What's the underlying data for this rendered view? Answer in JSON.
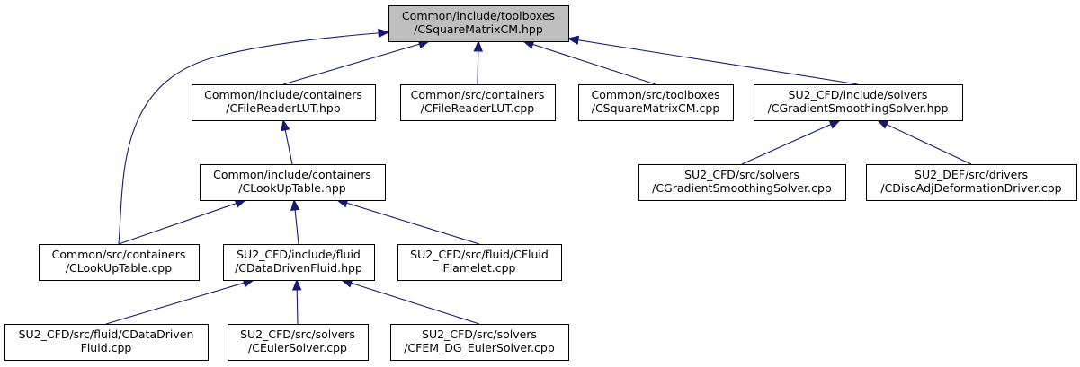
{
  "graph": {
    "colors": {
      "edge": "#191970",
      "root_fill": "#bfbfbf",
      "node_fill": "#ffffff",
      "node_stroke": "#000000"
    },
    "nodes": [
      {
        "id": "root",
        "lines": [
          "Common/include/toolboxes",
          "/CSquareMatrixCM.hpp"
        ]
      },
      {
        "id": "filereader-hpp",
        "lines": [
          "Common/include/containers",
          "/CFileReaderLUT.hpp"
        ]
      },
      {
        "id": "filereader-cpp",
        "lines": [
          "Common/src/containers",
          "/CFileReaderLUT.cpp"
        ]
      },
      {
        "id": "squarematrix-cpp",
        "lines": [
          "Common/src/toolboxes",
          "/CSquareMatrixCM.cpp"
        ]
      },
      {
        "id": "gradsmooth-hpp",
        "lines": [
          "SU2_CFD/include/solvers",
          "/CGradientSmoothingSolver.hpp"
        ]
      },
      {
        "id": "lookup-hpp",
        "lines": [
          "Common/include/containers",
          "/CLookUpTable.hpp"
        ]
      },
      {
        "id": "gradsmooth-cpp",
        "lines": [
          "SU2_CFD/src/solvers",
          "/CGradientSmoothingSolver.cpp"
        ]
      },
      {
        "id": "discadj-cpp",
        "lines": [
          "SU2_DEF/src/drivers",
          "/CDiscAdjDeformationDriver.cpp"
        ]
      },
      {
        "id": "lookup-cpp",
        "lines": [
          "Common/src/containers",
          "/CLookUpTable.cpp"
        ]
      },
      {
        "id": "datadriven-hpp",
        "lines": [
          "SU2_CFD/include/fluid",
          "/CDataDrivenFluid.hpp"
        ]
      },
      {
        "id": "flamelet-cpp",
        "lines": [
          "SU2_CFD/src/fluid/CFluid",
          "Flamelet.cpp"
        ]
      },
      {
        "id": "datadriven-cpp",
        "lines": [
          "SU2_CFD/src/fluid/CDataDriven",
          "Fluid.cpp"
        ]
      },
      {
        "id": "euler-cpp",
        "lines": [
          "SU2_CFD/src/solvers",
          "/CEulerSolver.cpp"
        ]
      },
      {
        "id": "femdg-cpp",
        "lines": [
          "SU2_CFD/src/solvers",
          "/CFEM_DG_EulerSolver.cpp"
        ]
      }
    ],
    "edges": [
      {
        "from": "filereader-hpp",
        "to": "root"
      },
      {
        "from": "filereader-cpp",
        "to": "root"
      },
      {
        "from": "squarematrix-cpp",
        "to": "root"
      },
      {
        "from": "gradsmooth-hpp",
        "to": "root"
      },
      {
        "from": "lookup-cpp",
        "to": "root"
      },
      {
        "from": "lookup-hpp",
        "to": "filereader-hpp"
      },
      {
        "from": "gradsmooth-cpp",
        "to": "gradsmooth-hpp"
      },
      {
        "from": "discadj-cpp",
        "to": "gradsmooth-hpp"
      },
      {
        "from": "lookup-cpp",
        "to": "lookup-hpp"
      },
      {
        "from": "datadriven-hpp",
        "to": "lookup-hpp"
      },
      {
        "from": "flamelet-cpp",
        "to": "lookup-hpp"
      },
      {
        "from": "datadriven-cpp",
        "to": "datadriven-hpp"
      },
      {
        "from": "euler-cpp",
        "to": "datadriven-hpp"
      },
      {
        "from": "femdg-cpp",
        "to": "datadriven-hpp"
      }
    ]
  }
}
